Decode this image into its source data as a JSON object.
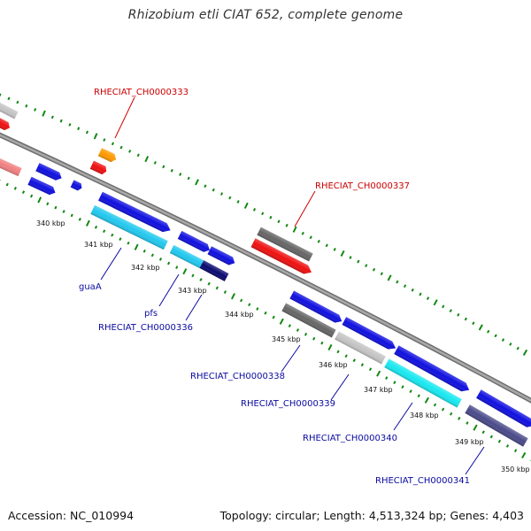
{
  "title": "Rhizobium etli CIAT 652, complete genome",
  "footer": {
    "accession": "Accession: NC_010994",
    "topology": "Topology: circular; Length: 4,513,324 bp; Genes: 4,403"
  },
  "colors": {
    "backbone": "#8a8a8a",
    "tick": "#118811",
    "tick_label": "#111111",
    "gene_blue": "#1010e0",
    "gene_dark_blue": "#0a0a70",
    "gene_cyan": "#22c8ee",
    "gene_aqua": "#18e8f0",
    "gene_red": "#ee1111",
    "gene_orange": "#ff9900",
    "gene_salmon": "#f08080",
    "gene_dark_gray": "#666666",
    "gene_light_gray": "#c4c4c4",
    "gene_slate": "#4a4a8a",
    "label_blue": "#0a0aa0",
    "label_red": "#cc0000"
  },
  "scale": [
    {
      "kbp": 340,
      "label": "340 kbp"
    },
    {
      "kbp": 341,
      "label": "341 kbp"
    },
    {
      "kbp": 342,
      "label": "342 kbp"
    },
    {
      "kbp": 343,
      "label": "343 kbp"
    },
    {
      "kbp": 344,
      "label": "344 kbp"
    },
    {
      "kbp": 345,
      "label": "345 kbp"
    },
    {
      "kbp": 346,
      "label": "346 kbp"
    },
    {
      "kbp": 347,
      "label": "347 kbp"
    },
    {
      "kbp": 348,
      "label": "348 kbp"
    },
    {
      "kbp": 349,
      "label": "349 kbp"
    },
    {
      "kbp": 350,
      "label": "350 kbp"
    }
  ],
  "gene_labels": {
    "guaA": "guaA",
    "pfs": "pfs",
    "RHECIAT_CH0000333": "RHECIAT_CH0000333",
    "RHECIAT_CH0000336": "RHECIAT_CH0000336",
    "RHECIAT_CH0000337": "RHECIAT_CH0000337",
    "RHECIAT_CH0000338": "RHECIAT_CH0000338",
    "RHECIAT_CH0000339": "RHECIAT_CH0000339",
    "RHECIAT_CH0000340": "RHECIAT_CH0000340",
    "RHECIAT_CH0000341": "RHECIAT_CH0000341"
  }
}
